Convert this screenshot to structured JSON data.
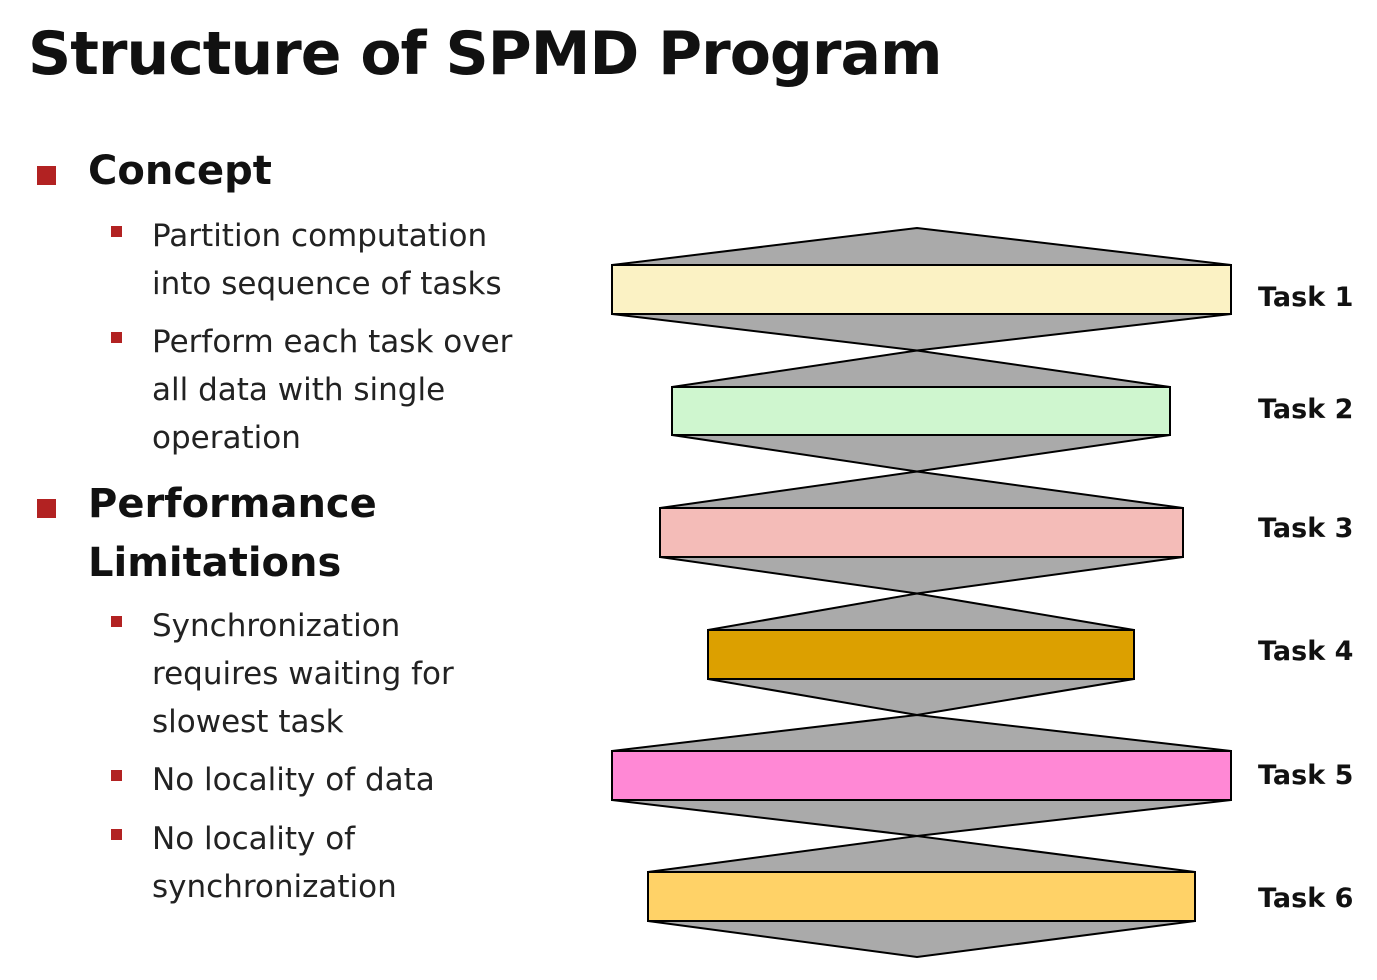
{
  "title": "Structure of SPMD Program",
  "colors": {
    "bullet": "#b22222",
    "connector_fill": "#aaaaaa",
    "connector_stroke": "#000000"
  },
  "outline": {
    "concept": {
      "heading": "Concept",
      "points": [
        "Partition computation\ninto sequence of tasks",
        "Perform each task over\nall data with single\noperation"
      ]
    },
    "performance": {
      "heading": "Performance\nLimitations",
      "points": [
        "Synchronization\nrequires waiting for\nslowest task",
        "No locality of data",
        "No locality of\nsynchronization"
      ]
    }
  },
  "tasks": [
    {
      "label": "Task 1",
      "color": "#fbf2c4"
    },
    {
      "label": "Task 2",
      "color": "#cff6cf"
    },
    {
      "label": "Task 3",
      "color": "#f4bcb8"
    },
    {
      "label": "Task 4",
      "color": "#dca000"
    },
    {
      "label": "Task 5",
      "color": "#ff88d5"
    },
    {
      "label": "Task 6",
      "color": "#ffd267"
    }
  ]
}
